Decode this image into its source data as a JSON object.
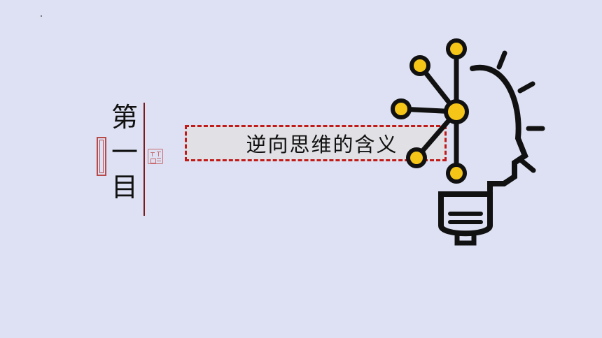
{
  "section": {
    "chars": [
      "第",
      "一",
      "目"
    ]
  },
  "title": {
    "text": "逆向思维的含义"
  },
  "illustration": {
    "icon": "lightbulb-head-icon",
    "node_color": "#f5c518",
    "line_color": "#111111"
  },
  "colors": {
    "background": "#dde1f3",
    "accent_red": "#c01a1a"
  }
}
